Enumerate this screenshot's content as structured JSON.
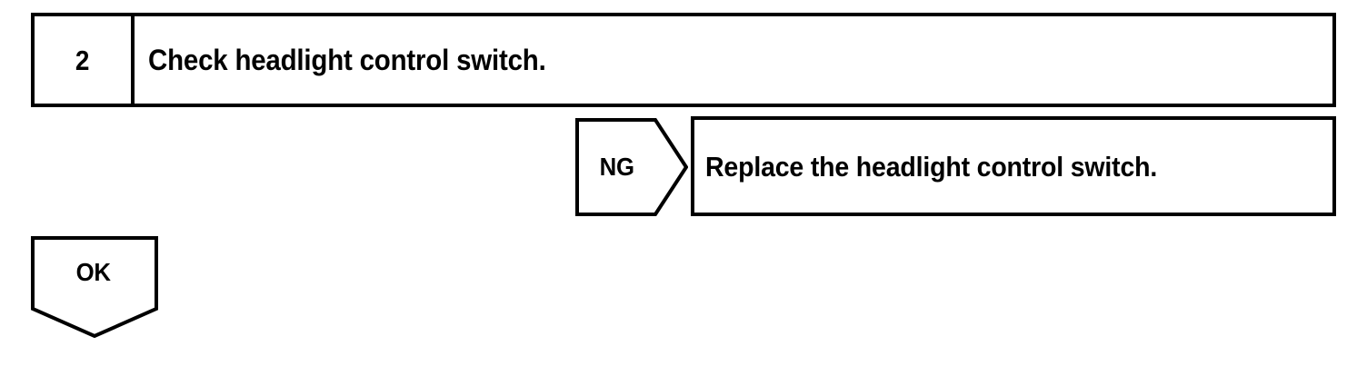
{
  "flowchart": {
    "stroke_color": "#000000",
    "background_color": "#ffffff",
    "step": {
      "number": "2",
      "instruction": "Check headlight control switch."
    },
    "branches": [
      {
        "label": "NG",
        "shape": "right-pointing-pentagon-arrow",
        "action": "Replace the headlight control switch."
      },
      {
        "label": "OK",
        "shape": "down-pointing-pentagon-arrow",
        "action": ""
      }
    ]
  }
}
